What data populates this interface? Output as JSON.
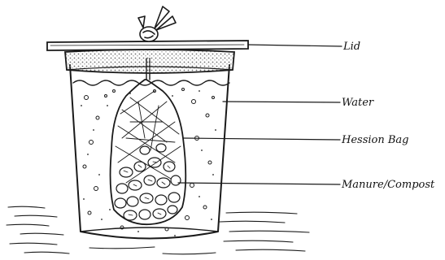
{
  "labels": {
    "lid": "Lid",
    "water": "Water",
    "bag": "Hession Bag",
    "manure": "Manure/Compost"
  },
  "colors": {
    "ink": "#1a1a1a",
    "background": "#ffffff",
    "stipple": "#d9c9a8"
  }
}
